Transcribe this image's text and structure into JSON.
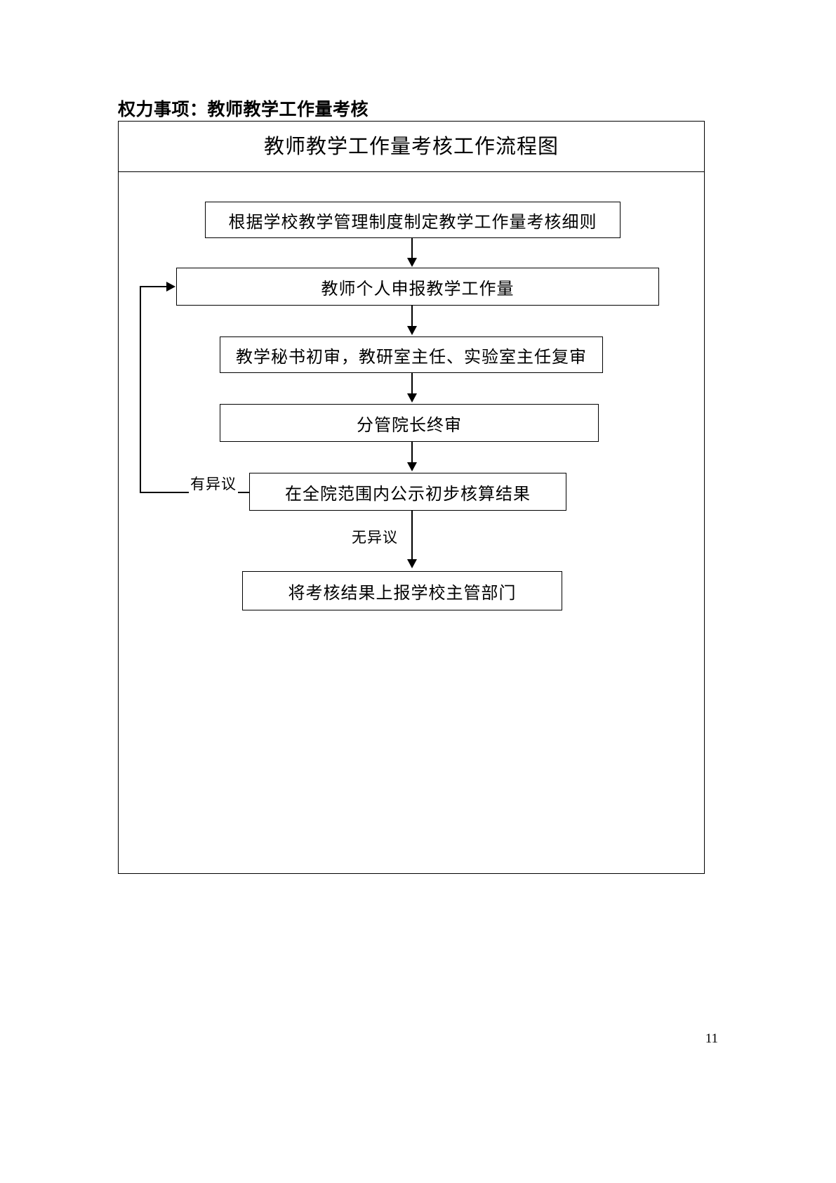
{
  "document": {
    "heading": "权力事项：教师教学工作量考核",
    "page_number": "11"
  },
  "flowchart": {
    "title": "教师教学工作量考核工作流程图",
    "nodes": [
      {
        "id": "n1",
        "label": "根据学校教学管理制度制定教学工作量考核细则"
      },
      {
        "id": "n2",
        "label": "教师个人申报教学工作量"
      },
      {
        "id": "n3",
        "label": "教学秘书初审，教研室主任、实验室主任复审"
      },
      {
        "id": "n4",
        "label": "分管院长终审"
      },
      {
        "id": "n5",
        "label": "在全院范围内公示初步核算结果"
      },
      {
        "id": "n6",
        "label": "将考核结果上报学校主管部门"
      }
    ],
    "edge_labels": {
      "objection": "有异议",
      "no_objection": "无异议"
    },
    "colors": {
      "line": "#000000",
      "background": "#ffffff",
      "text": "#000000"
    }
  }
}
